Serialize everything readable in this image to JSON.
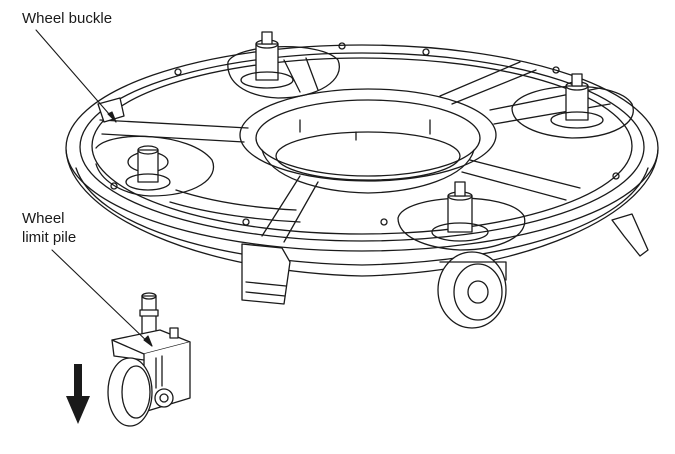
{
  "callouts": {
    "wheel_buckle": "Wheel buckle",
    "wheel_limit_pile_line1": "Wheel",
    "wheel_limit_pile_line2": "limit pile"
  },
  "colors": {
    "stroke": "#1a1a1a",
    "background": "#ffffff"
  },
  "icons": [
    "down-arrow-icon"
  ]
}
